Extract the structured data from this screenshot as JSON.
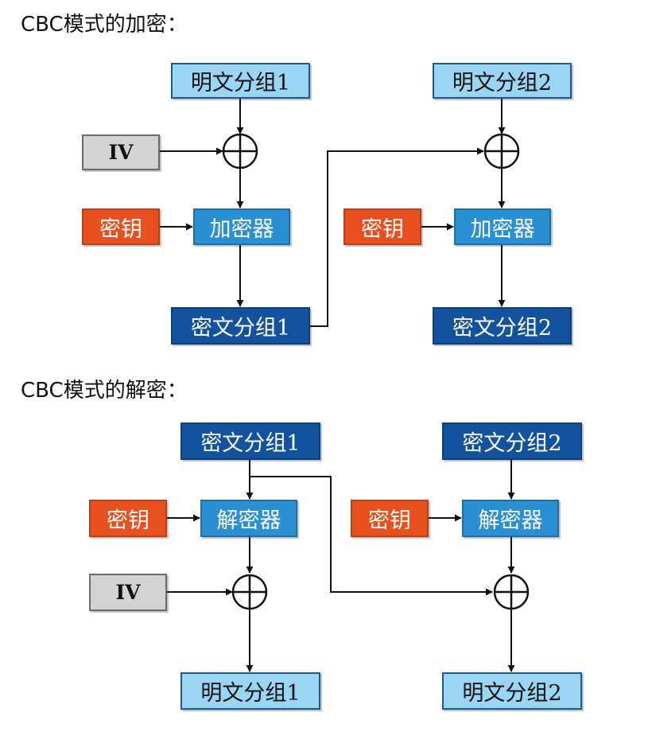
{
  "encryption": {
    "heading": "CBC模式的加密：",
    "plaintext1": "明文分组1",
    "plaintext2": "明文分组2",
    "iv": "IV",
    "key1": "密钥",
    "key2": "密钥",
    "cipher_engine1": "加密器",
    "cipher_engine2": "加密器",
    "ciphertext1": "密文分组1",
    "ciphertext2": "密文分组2"
  },
  "decryption": {
    "heading": "CBC模式的解密：",
    "ciphertext1": "密文分组1",
    "ciphertext2": "密文分组2",
    "key1": "密钥",
    "key2": "密钥",
    "decipher_engine1": "解密器",
    "decipher_engine2": "解密器",
    "iv": "IV",
    "plaintext1": "明文分组1",
    "plaintext2": "明文分组2"
  },
  "colors": {
    "plaintext_block": "#9ad6f3",
    "ciphertext_block": "#12529f",
    "engine_block": "#2a8fd3",
    "key_block": "#e8501f",
    "iv_block": "#d2d3d4"
  }
}
